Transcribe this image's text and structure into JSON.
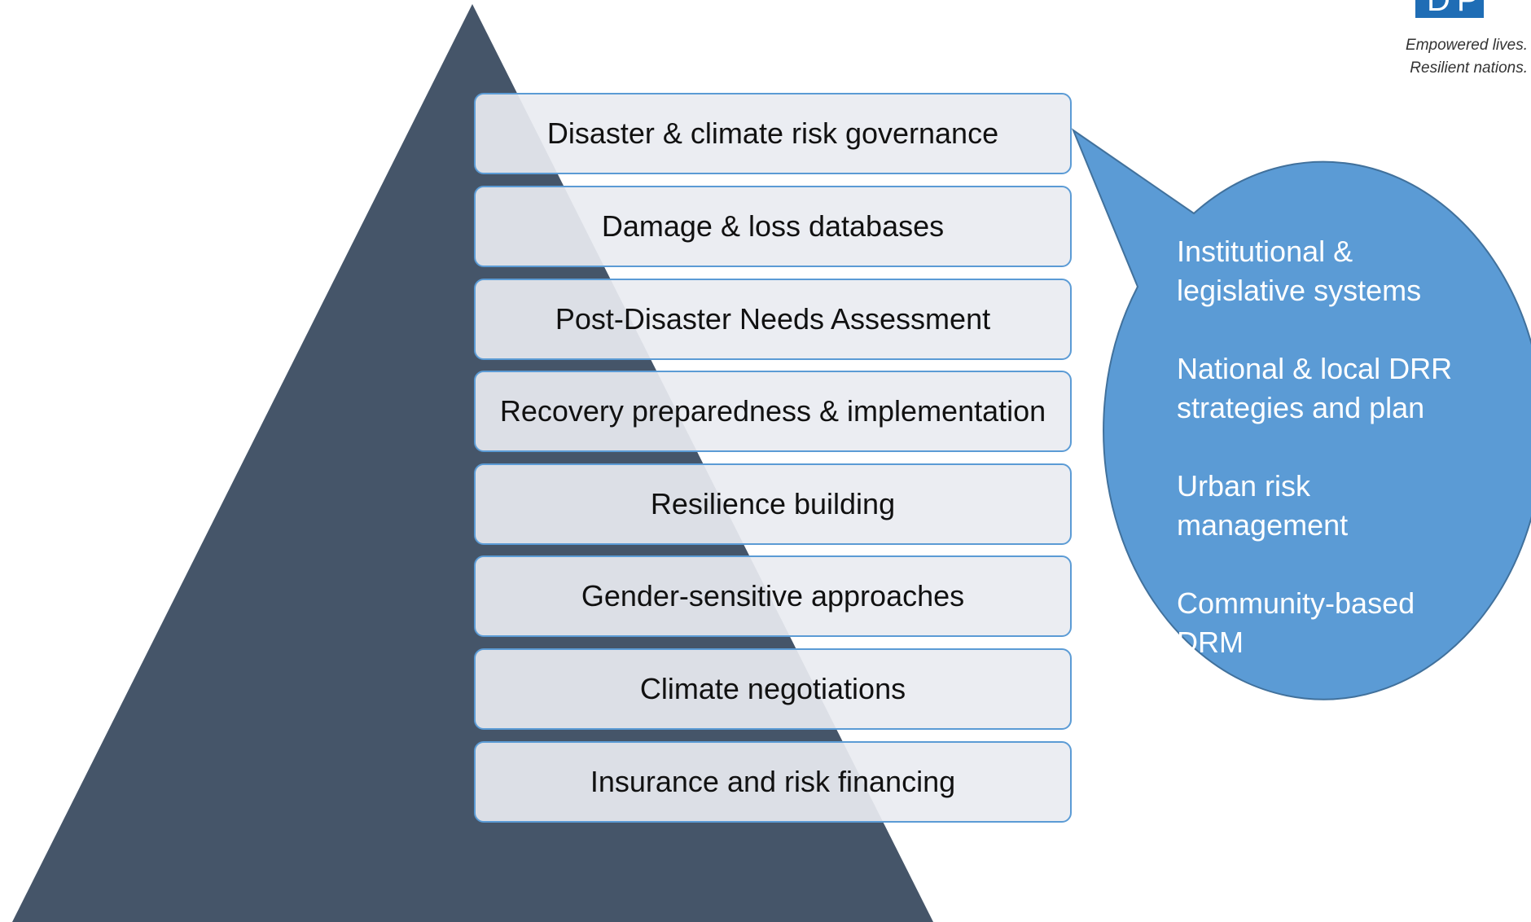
{
  "pyramid": {
    "levels": [
      "Disaster & climate risk governance",
      "Damage & loss databases",
      "Post-Disaster Needs Assessment",
      "Recovery preparedness & implementation",
      "Resilience building",
      "Gender-sensitive approaches",
      "Climate negotiations",
      "Insurance and risk financing"
    ]
  },
  "callout": {
    "items": [
      "Institutional & legislative systems",
      "National & local DRR strategies and plan",
      "Urban risk management",
      "Community-based DRM"
    ]
  },
  "logo": {
    "letters": "DP",
    "tagline_line1": "Empowered lives.",
    "tagline_line2": "Resilient nations."
  },
  "colors": {
    "pyramid": "#455569",
    "callout": "#5b9bd5",
    "box_border": "#5b9bd5",
    "box_fill": "#e9ecf1",
    "logo": "#1f6db5"
  }
}
